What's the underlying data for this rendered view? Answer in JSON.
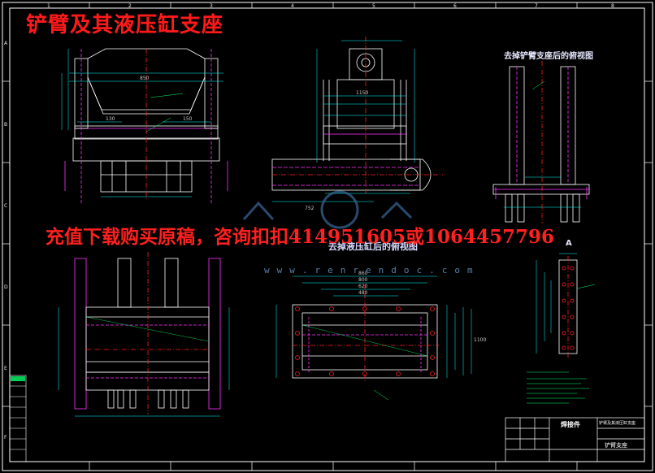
{
  "drawing": {
    "title": "铲臂及其液压缸支座",
    "overlay_notice": "充值下载购买原稿，咨询扣扣414951605或1064457796",
    "watermark_text": "www.renrendoc.com",
    "views": {
      "top_right_title": "去掉铲臂支座后的俯视图",
      "bottom_center_title": "去掉液压缸后的俯视图",
      "detail_label": "A"
    },
    "border_numbers_top": [
      "1",
      "2",
      "3",
      "4",
      "5",
      "6",
      "7",
      "8"
    ],
    "border_letters_left": [
      "A",
      "B",
      "C",
      "D",
      "E",
      "F"
    ],
    "title_block": {
      "name": "焊接件",
      "part": "铲臂支座",
      "drawing_no": "铲臂及其液压缸支座"
    },
    "dimensions": [
      "850",
      "1150",
      "860",
      "1100",
      "480",
      "620",
      "800",
      "130",
      "150",
      "752"
    ],
    "colors": {
      "frame": "#ffffff",
      "dimension": "#00ffff",
      "hidden": "#ff33ff",
      "part": "#ffffff",
      "green": "#00ff66",
      "red": "#ff2020"
    }
  }
}
